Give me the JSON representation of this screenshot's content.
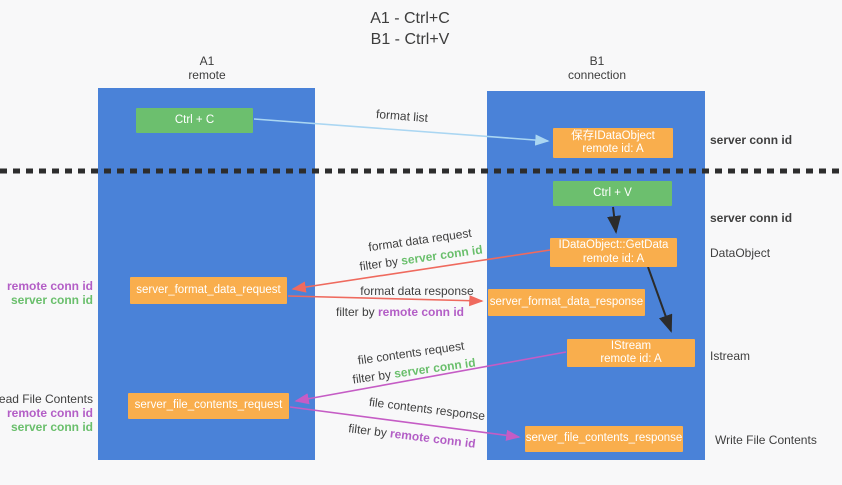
{
  "title": {
    "line1": "A1 - Ctrl+C",
    "line2": "B1 - Ctrl+V"
  },
  "columns": {
    "left": {
      "name": "A1",
      "subtitle": "remote"
    },
    "right": {
      "name": "B1",
      "subtitle": "connection"
    }
  },
  "boxes": {
    "ctrl_c": "Ctrl + C",
    "ctrl_v": "Ctrl + V",
    "save_dataobject_line1": "保存IDataObject",
    "save_dataobject_line2": "remote id: A",
    "getdata_line1": "IDataObject::GetData",
    "getdata_line2": "remote id: A",
    "istream_line1": "IStream",
    "istream_line2": "remote id: A",
    "format_request": "server_format_data_request",
    "format_response": "server_format_data_response",
    "file_request": "server_file_contents_request",
    "file_response": "server_file_contents_response"
  },
  "labels": {
    "format_list": "format list",
    "format_data_request": "format data request",
    "format_data_response": "format data response",
    "file_contents_request": "file contents request",
    "file_contents_response": "file contents response",
    "filter_by": "filter by ",
    "server_conn_id": "server conn id",
    "remote_conn_id": "remote conn id",
    "dataobject": "DataObject",
    "istream": "Istream",
    "read_file_contents": "Read File Contents",
    "write_file_contents": "Write File Contents"
  },
  "colors": {
    "column_blue": "#4a82d8",
    "box_green": "#6cbf6e",
    "box_orange": "#f9ae4d",
    "arrow_red": "#ef6a5e",
    "arrow_magenta": "#c55cc5",
    "arrow_lightblue": "#aad6f2",
    "text_green": "#6abf6c",
    "text_purple": "#b35ec6",
    "text_dark": "#3f3f3f"
  }
}
